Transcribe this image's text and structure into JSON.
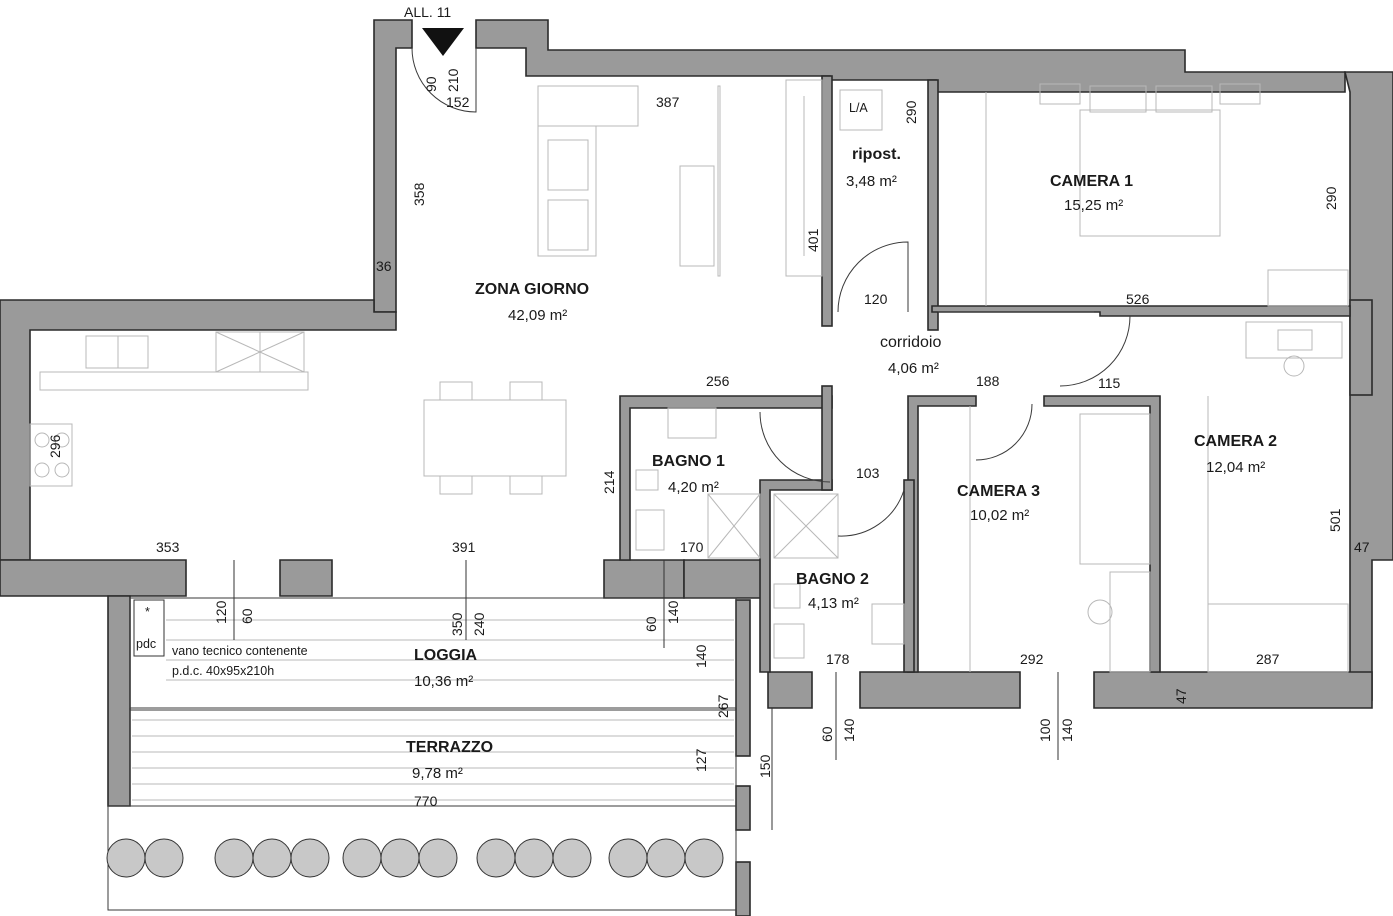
{
  "sheet": {
    "ref": "ALL. 11"
  },
  "rooms": {
    "zona_giorno": {
      "name": "ZONA GIORNO",
      "area": "42,09 m²"
    },
    "ripostiglio": {
      "name": "ripost.",
      "area": "3,48 m²",
      "appliance": "L/A"
    },
    "camera1": {
      "name": "CAMERA 1",
      "area": "15,25 m²"
    },
    "corridoio": {
      "name": "corridoio",
      "area": "4,06 m²"
    },
    "bagno1": {
      "name": "BAGNO 1",
      "area": "4,20 m²"
    },
    "bagno2": {
      "name": "BAGNO 2",
      "area": "4,13 m²"
    },
    "camera3": {
      "name": "CAMERA 3",
      "area": "10,02 m²"
    },
    "camera2": {
      "name": "CAMERA 2",
      "area": "12,04 m²"
    },
    "loggia": {
      "name": "LOGGIA",
      "area": "10,36 m²"
    },
    "terrazzo": {
      "name": "TERRAZZO",
      "area": "9,78 m²"
    }
  },
  "technical": {
    "pdc_mark": "*",
    "pdc_label": "pdc",
    "note_line1": "vano tecnico contenente",
    "note_line2": "p.d.c. 40x95x210h"
  },
  "dimensions": {
    "entry_w": "90",
    "entry_h": "210",
    "entry_152": "152",
    "d387": "387",
    "d290a": "290",
    "d358": "358",
    "d36": "36",
    "d401": "401",
    "d290b": "290",
    "d120": "120",
    "d526": "526",
    "d256": "256",
    "d188": "188",
    "d115": "115",
    "d296": "296",
    "d214": "214",
    "d103": "103",
    "d501": "501",
    "d47a": "47",
    "d353": "353",
    "d391": "391",
    "d170": "170",
    "w120": "120",
    "w60": "60",
    "w350": "350",
    "w240": "240",
    "w60b": "60",
    "w140": "140",
    "d140r": "140",
    "d178": "178",
    "d292": "292",
    "d287": "287",
    "d267": "267",
    "d127": "127",
    "d150": "150",
    "w60c": "60",
    "w140b": "140",
    "w100": "100",
    "w140c": "140",
    "d47b": "47",
    "d770": "770"
  }
}
